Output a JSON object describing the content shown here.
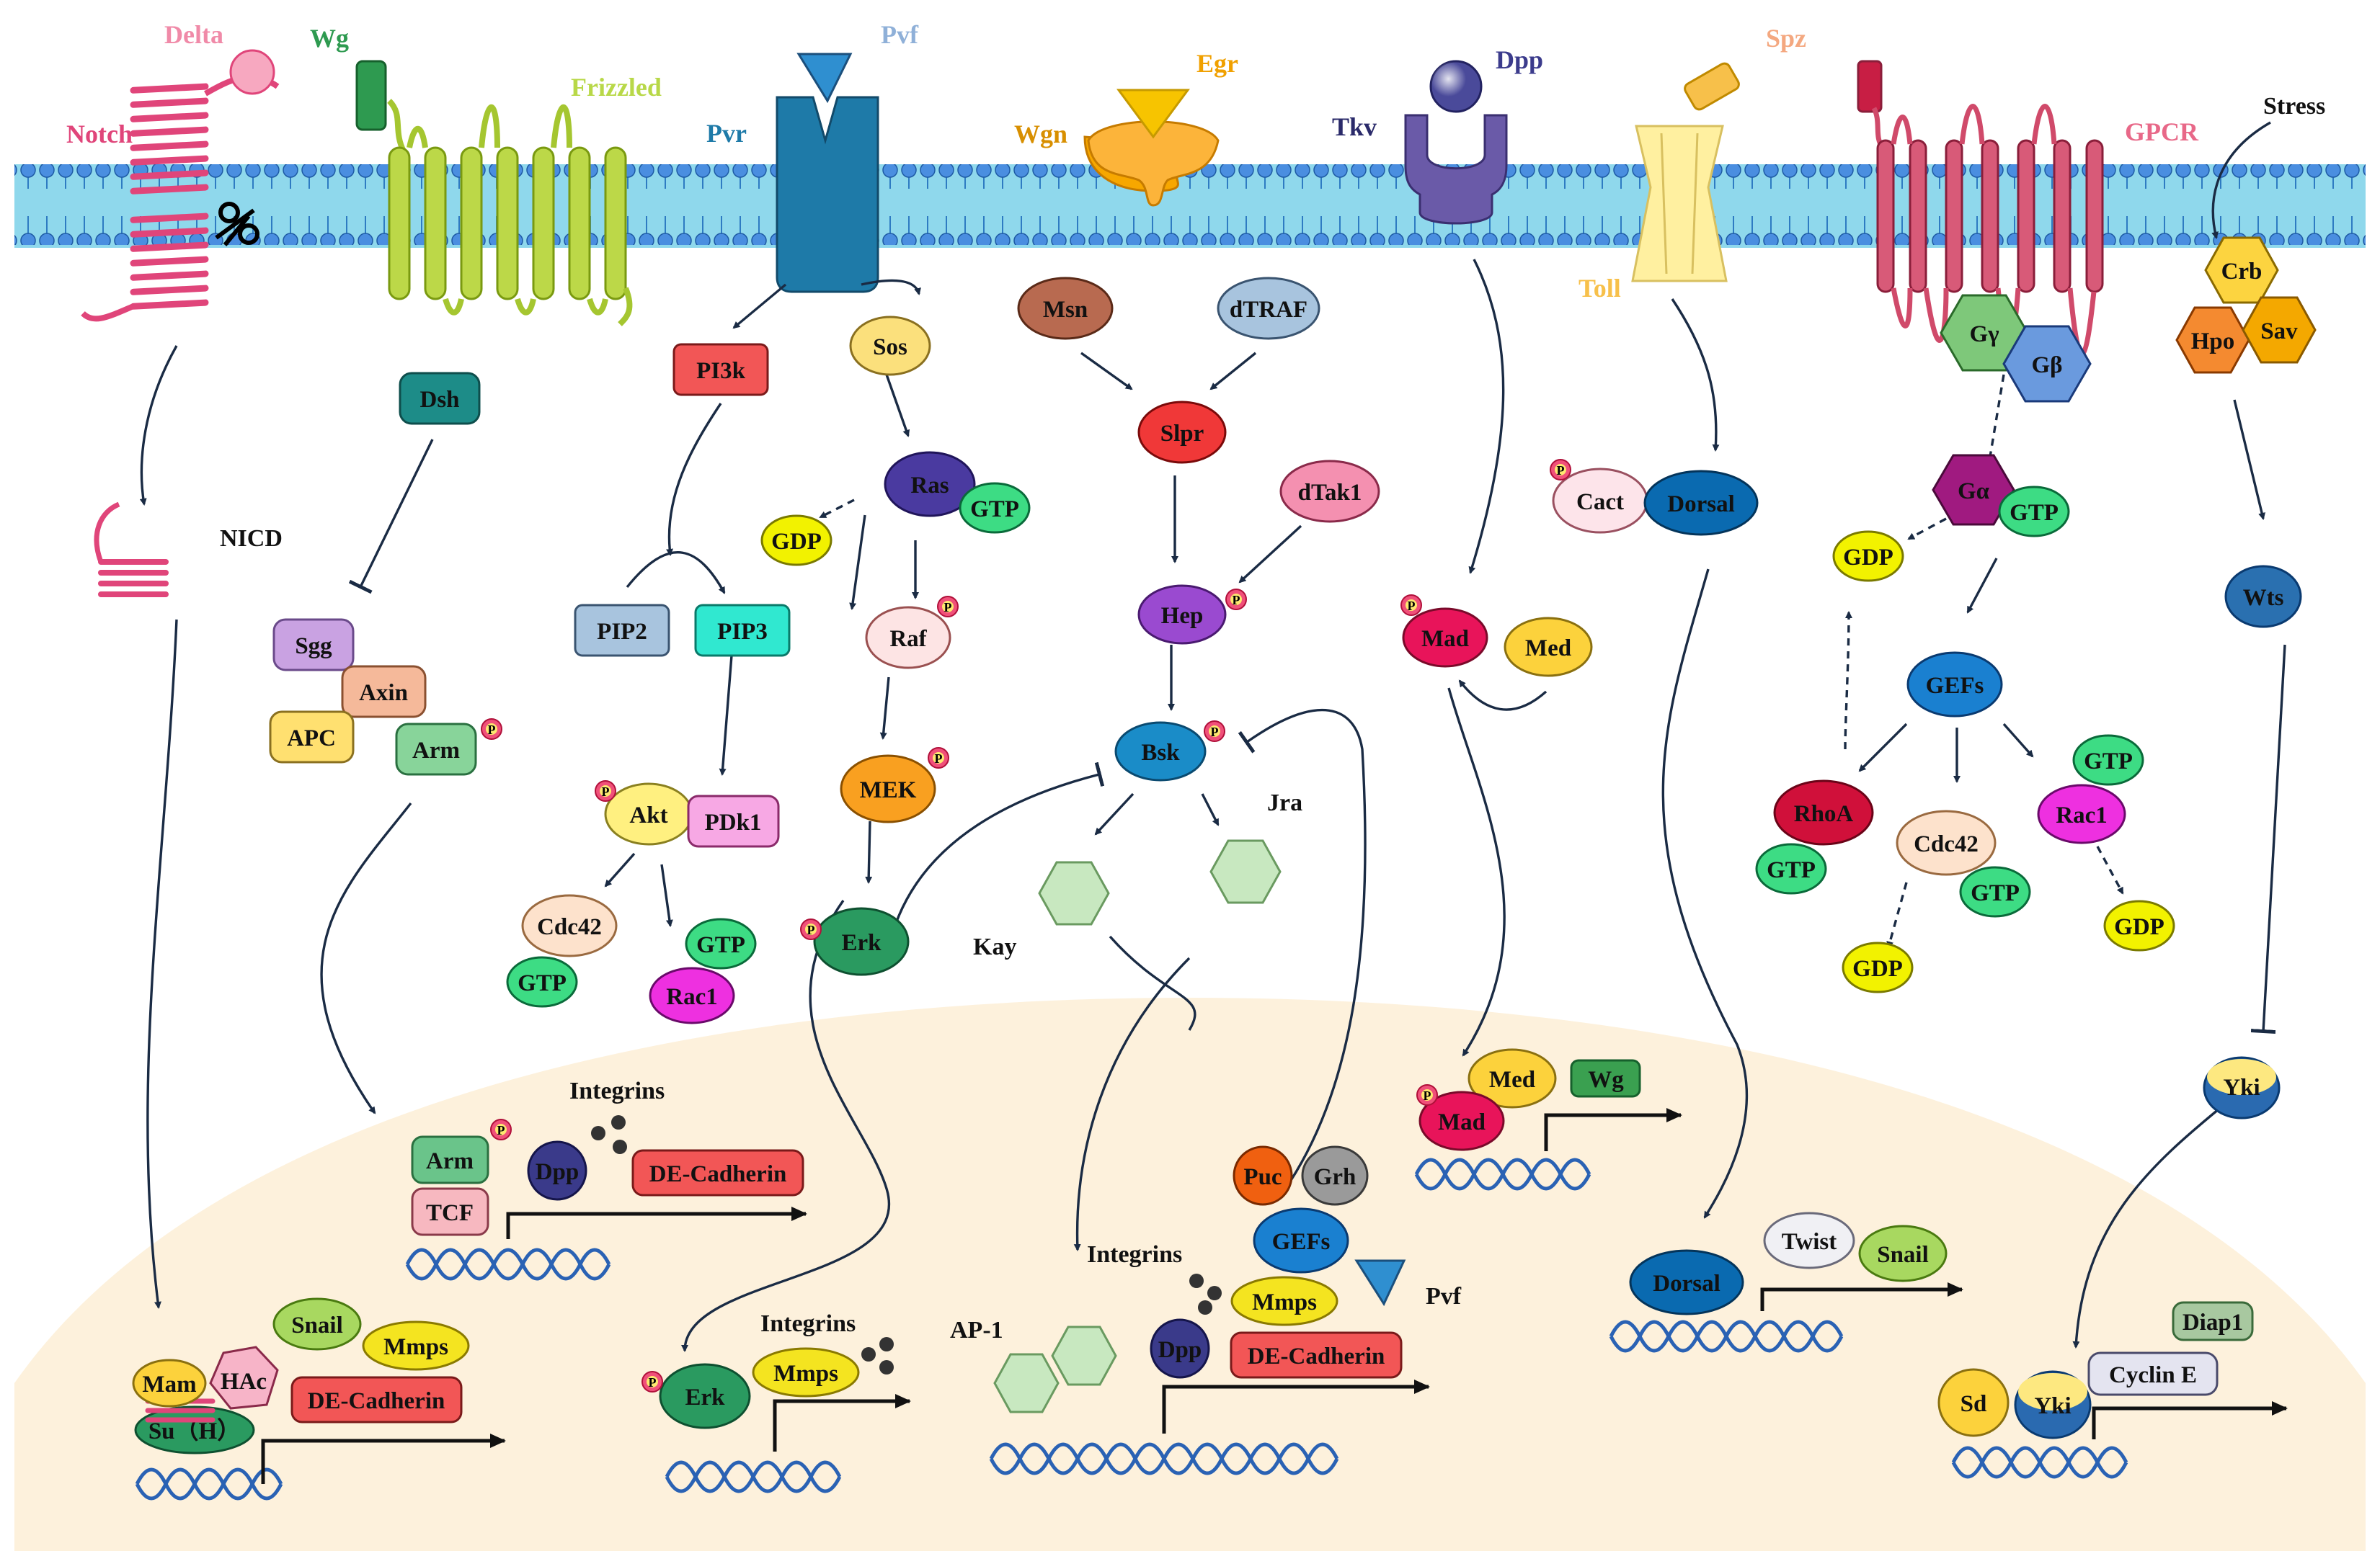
{
  "colors": {
    "membrane": "#7fd3e8",
    "head": "#3f7fd0",
    "nucleus": "#fdf1dc",
    "arrow": "#1a2b44",
    "notch": "#e0457a",
    "frizzled": "#bcd848",
    "wg_ligand": "#2e9a50",
    "pvr": "#1e7aa8",
    "egr": "#f7a700",
    "tkv": "#5a4a90",
    "toll": "#fff0a0",
    "gpcr": "#d04a6a",
    "gtp": "#3ddc84",
    "gdp": "#f2f200",
    "phospho": "#f0507a",
    "ap1": "#c8e8c0",
    "dna": "#2a62b4"
  },
  "receptors": {
    "notch": "Notch",
    "delta": "Delta",
    "wg": "Wg",
    "frizzled": "Frizzled",
    "pvf": "Pvf",
    "pvr": "Pvr",
    "egr": "Egr",
    "wgn": "Wgn",
    "dpp": "Dpp",
    "tkv": "Tkv",
    "spz": "Spz",
    "toll": "Toll",
    "gpcr": "GPCR",
    "stress": "Stress"
  },
  "notch_path": {
    "nicd": "NICD",
    "dsh": "Dsh",
    "sgg": "Sgg",
    "axin": "Axin",
    "apc": "APC",
    "arm": "Arm"
  },
  "pvr_path": {
    "pi3k": "PI3k",
    "pip2": "PIP2",
    "pip3": "PIP3",
    "akt": "Akt",
    "pdk1": "PDk1",
    "cdc42": "Cdc42",
    "gtp": "GTP",
    "rac1": "Rac1",
    "sos": "Sos",
    "ras": "Ras",
    "gdp": "GDP",
    "raf": "Raf",
    "mek": "MEK",
    "erk": "Erk"
  },
  "jnk_path": {
    "msn": "Msn",
    "dtraf": "dTRAF",
    "slpr": "Slpr",
    "dtak1": "dTak1",
    "hep": "Hep",
    "bsk": "Bsk",
    "kay": "Kay",
    "jra": "Jra"
  },
  "dpp_path": {
    "mad": "Mad",
    "med": "Med"
  },
  "toll_path": {
    "cact": "Cact",
    "dorsal": "Dorsal"
  },
  "gpcr_path": {
    "g_gamma": "Gγ",
    "g_beta": "Gβ",
    "g_alpha": "Gα",
    "gtp": "GTP",
    "gdp": "GDP",
    "gefs": "GEFs",
    "rhoa": "RhoA",
    "cdc42": "Cdc42",
    "rac1": "Rac1"
  },
  "hippo_path": {
    "crb": "Crb",
    "hpo": "Hpo",
    "sav": "Sav",
    "wts": "Wts",
    "yki": "Yki"
  },
  "p": "P",
  "nucleus": {
    "notch": {
      "snail": "Snail",
      "mmps": "Mmps",
      "mam": "Mam",
      "hac": "HAc",
      "suh": "Su（H）",
      "decad": "DE-Cadherin"
    },
    "wg": {
      "integrins": "Integrins",
      "arm": "Arm",
      "dpp": "Dpp",
      "decad": "DE-Cadherin",
      "tcf": "TCF"
    },
    "erk": {
      "integrins": "Integrins",
      "erk": "Erk",
      "mmps": "Mmps"
    },
    "ap1": {
      "label": "AP-1",
      "integrins": "Integrins",
      "puc": "Puc",
      "grh": "Grh",
      "gefs": "GEFs",
      "mmps": "Mmps",
      "pvf": "Pvf",
      "dpp": "Dpp",
      "decad": "DE-Cadherin"
    },
    "mad": {
      "med": "Med",
      "wg": "Wg",
      "mad": "Mad"
    },
    "dorsal": {
      "twist": "Twist",
      "snail": "Snail",
      "dorsal": "Dorsal"
    },
    "yki": {
      "diap1": "Diap1",
      "sd": "Sd",
      "yki": "Yki",
      "cycline": "Cyclin E"
    }
  }
}
